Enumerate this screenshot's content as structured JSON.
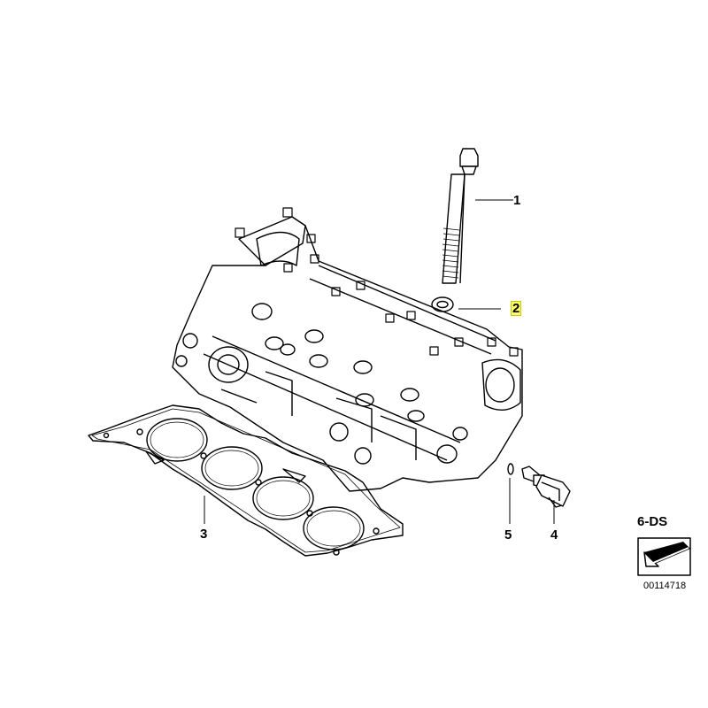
{
  "callouts": {
    "c1": "1",
    "c2": "2",
    "c3": "3",
    "c4": "4",
    "c5": "5"
  },
  "highlight_color": "#ffff66",
  "reference": {
    "section": "6-DS",
    "catalog_number": "00114718",
    "icon": "arrow-reference-icon"
  }
}
